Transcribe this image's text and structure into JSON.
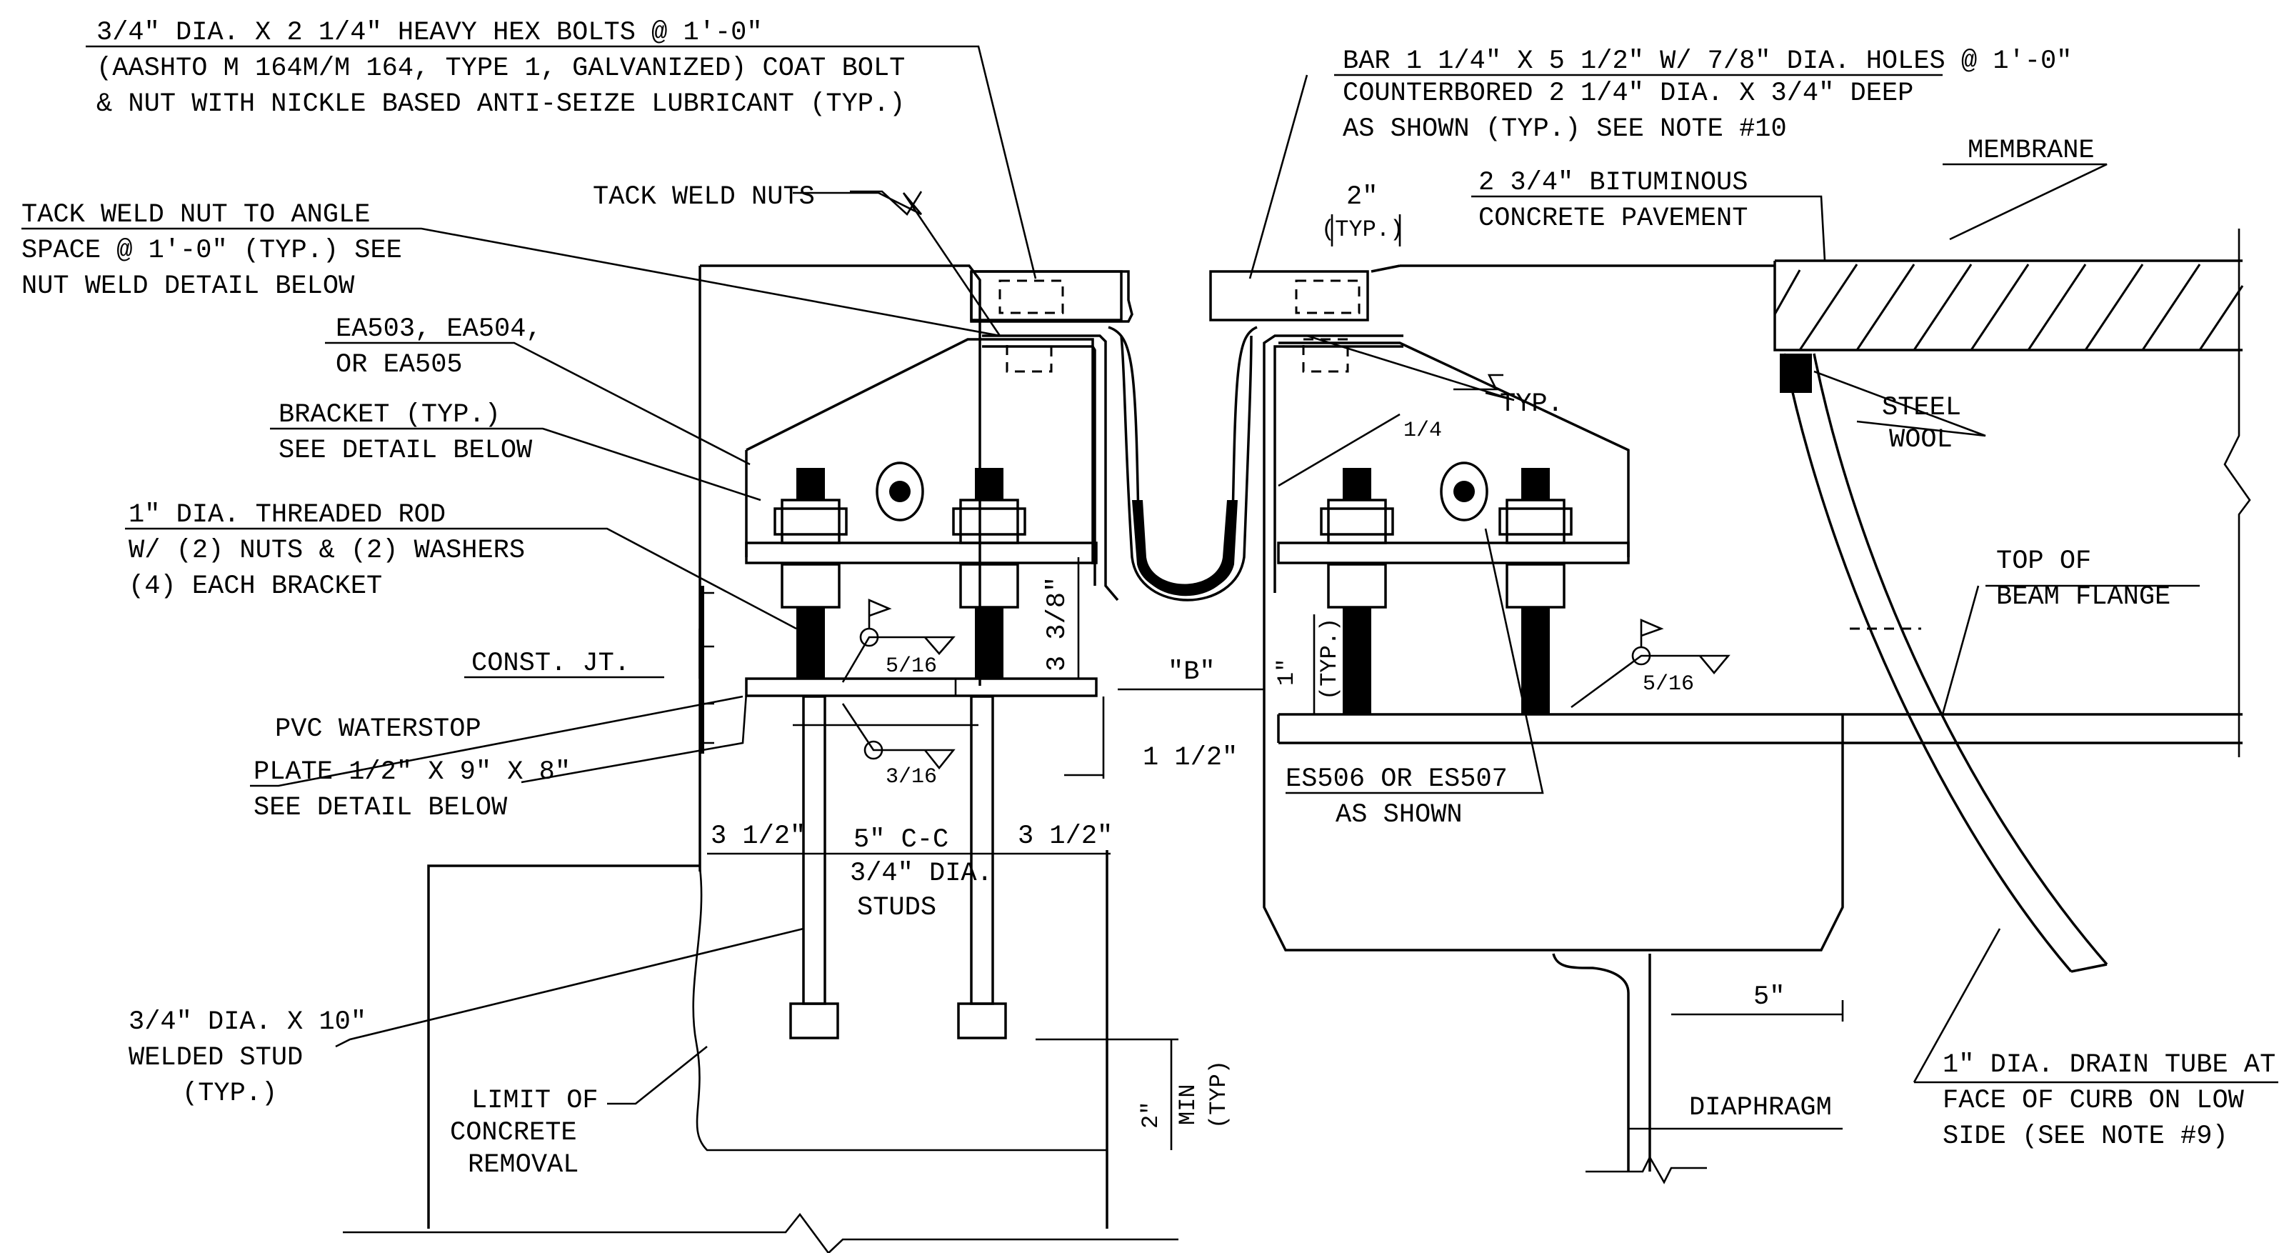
{
  "notes": {
    "hex_bolts": [
      "3/4\" DIA. X 2 1/4\" HEAVY HEX BOLTS @ 1'-0\"",
      "(AASHTO M 164M/M 164, TYPE 1, GALVANIZED) COAT BOLT",
      "& NUT WITH NICKLE BASED ANTI-SEIZE LUBRICANT (TYP.)"
    ],
    "bar": [
      "BAR 1 1/4\" X 5 1/2\" W/ 7/8\" DIA. HOLES @ 1'-0\"",
      "COUNTERBORED 2 1/4\" DIA. X 3/4\" DEEP",
      "AS SHOWN (TYP.) SEE NOTE #10"
    ],
    "tack_weld_nut": [
      "TACK WELD NUT TO ANGLE",
      "SPACE @ 1'-0\" (TYP.) SEE",
      "NUT WELD DETAIL BELOW"
    ],
    "tack_weld_nuts": "TACK WELD NUTS",
    "ea": [
      "EA503, EA504,",
      "OR EA505"
    ],
    "bracket": [
      "BRACKET (TYP.)",
      "SEE DETAIL BELOW"
    ],
    "threaded_rod": [
      "1\" DIA. THREADED ROD",
      "W/ (2) NUTS & (2) WASHERS",
      "(4) EACH BRACKET"
    ],
    "const_jt": "CONST. JT.",
    "pvc": "PVC WATERSTOP",
    "plate": [
      "PLATE 1/2\" X 9\" X 8\"",
      "SEE DETAIL BELOW"
    ],
    "welded_stud": [
      "3/4\" DIA. X 10\"",
      "WELDED STUD",
      "(TYP.)"
    ],
    "limit": [
      "LIMIT OF",
      "CONCRETE",
      "REMOVAL"
    ],
    "pavement": [
      "2 3/4\" BITUMINOUS",
      "CONCRETE PAVEMENT"
    ],
    "membrane": "MEMBRANE",
    "steel_wool": [
      "STEEL",
      "WOOL"
    ],
    "top_flange": [
      "TOP OF",
      "BEAM FLANGE"
    ],
    "es": [
      "ES506 OR ES507",
      "AS SHOWN"
    ],
    "diaphragm": "DIAPHRAGM",
    "drain": [
      "1\" DIA. DRAIN TUBE AT",
      "FACE OF CURB ON LOW",
      "SIDE (SEE NOTE #9)"
    ],
    "typ": "TYP."
  },
  "dims": {
    "two_in": "2\"",
    "two_in_typ": "(TYP.)",
    "b": "\"B\"",
    "one_half": "1 1/2\"",
    "three_38": "3 3/8\"",
    "one_in_typ": [
      "1\"",
      "(TYP.)"
    ],
    "stud_left": "3 1/2\"",
    "stud_cc": "5\" C-C",
    "stud_right": "3 1/2\"",
    "studs": [
      "3/4\" DIA.",
      "STUDS"
    ],
    "five_in": "5\"",
    "two_min": [
      "2\"",
      "MIN",
      "(TYP)"
    ]
  },
  "welds": {
    "w516": "5/16",
    "w316": "3/16",
    "w14": "1/4"
  }
}
